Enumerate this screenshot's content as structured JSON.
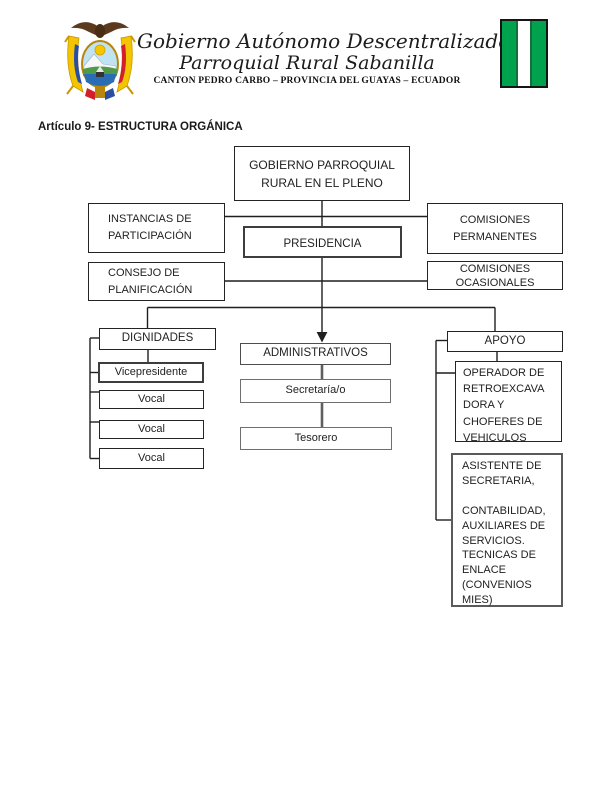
{
  "header": {
    "coat_of_arms_icon": "ecuador-coat-of-arms",
    "title_line1": "Gobierno Autónomo Descentralizado",
    "title_line2": "Parroquial Rural Sabanilla",
    "subtitle": "CANTON PEDRO CARBO – PROVINCIA DEL GUAYAS – ECUADOR",
    "flag_icon": "green-white-green-flag",
    "flag_green": "#00A24E"
  },
  "section_title": "Artículo 9- ESTRUCTURA ORGÁNICA",
  "org_chart": {
    "nodes": {
      "pleno": "GOBIERNO PARROQUIAL\nRURAL EN EL PLENO",
      "instancias": "INSTANCIAS DE\nPARTICIPACIÓN",
      "presidencia": "PRESIDENCIA",
      "comisiones_permanentes": "COMISIONES\nPERMANENTES",
      "consejo": "CONSEJO DE\nPLANIFICACIÓN",
      "comisiones_ocasionales": "COMISIONES\nOCASIONALES",
      "dignidades": "DIGNIDADES",
      "vicepresidente": "Vicepresidente",
      "vocal_1": "Vocal",
      "vocal_2": "Vocal",
      "vocal_3": "Vocal",
      "administrativos": "ADMINISTRATIVOS",
      "secretaria": "Secretaría/o",
      "tesorero": "Tesorero",
      "apoyo": "APOYO",
      "operador": "OPERADOR DE\nRETROEXCAVA\nDORA Y\nCHOFERES DE\nVEHICULOS",
      "asistente": "ASISTENTE DE\nSECRETARIA,\n\nCONTABILIDAD,\nAUXILIARES DE\nSERVICIOS.\nTECNICAS DE\nENLACE\n(CONVENIOS\nMIES)"
    }
  }
}
